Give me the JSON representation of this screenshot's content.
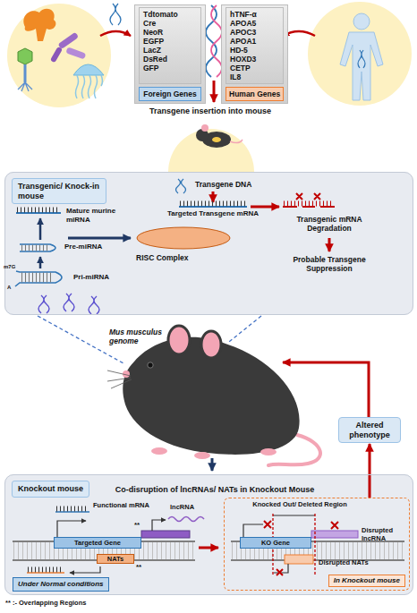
{
  "diagram": {
    "nodes": [
      {
        "text": [
          "Tdtomato",
          "Cre",
          "NeoR",
          "EGFP",
          "LacZ",
          "DsRed",
          "GFP",
          "Foreign Genes"
        ]
      },
      {
        "text": [
          "hTNF-α",
          "APOA5",
          "APOC3",
          "APOA1",
          "HD-5",
          "HOXD3",
          "CETP",
          "IL8",
          "Human Genes"
        ]
      },
      {
        "text": [
          "Transgenic/ Knock-in mouse"
        ]
      },
      {
        "text": [
          "RISC Complex"
        ],
        "in": 2
      },
      {
        "text": [
          "Altered phenotype"
        ]
      },
      {
        "text": [
          "Knockout mouse"
        ]
      },
      {
        "text": [
          "Targeted Gene"
        ],
        "in": 5
      },
      {
        "text": [
          "NATs"
        ],
        "in": 5
      },
      {
        "text": [
          "Under Normal conditions"
        ],
        "in": 5
      },
      {
        "text": [
          "In Knockout mouse"
        ],
        "in": 5
      },
      {
        "text": [
          "KO Gene"
        ],
        "in": 9
      }
    ],
    "edges": [
      {
        "from": 9,
        "to": 4,
        "arrow": "to"
      }
    ],
    "labels": [
      "Transgene insertion into mouse",
      "Transgene DNA",
      "Targeted Transgene mRNA",
      "Mature murine miRNA",
      "Pre-miRNA",
      "Pri-miRNA",
      "m7G",
      "A",
      "Transgenic mRNA Degradation",
      "Probable Transgene Suppression",
      "Mus musculus genome",
      "Co-disruption of lncRNAs/ NATs in Knockout Mouse",
      "Functional mRNA",
      "lncRNA",
      "**",
      "**",
      "Knocked Out/ Deleted Region",
      "Disrupted lncRNA",
      "Disrupted NATs",
      "** :- Overlapping Regions"
    ]
  }
}
